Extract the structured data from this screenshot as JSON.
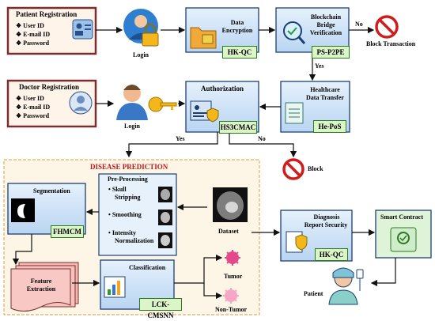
{
  "patient_registration": {
    "title": "Patient Registration",
    "fields": [
      "User ID",
      "E-mail ID",
      "Password"
    ]
  },
  "doctor_registration": {
    "title": "Doctor Registration",
    "fields": [
      "User ID",
      "E-mail ID",
      "Password"
    ]
  },
  "login_labels": {
    "patient": "Login",
    "doctor": "Login"
  },
  "data_encryption": {
    "line1": "Data",
    "line2": "Encryption",
    "tag": "HK-QC"
  },
  "blockchain": {
    "line1": "Blockchain",
    "line2": "Bridge",
    "line3": "Verification",
    "tag": "PS-P2PE"
  },
  "block_transaction": {
    "label": "Block Transaction",
    "no": "No",
    "yes": "Yes"
  },
  "authorization": {
    "title": "Authorization",
    "tag": "HS3CMAC",
    "yes": "Yes",
    "no": "No"
  },
  "healthcare": {
    "line1": "Healthcare",
    "line2": "Data Transfer",
    "tag": "He-PoS"
  },
  "block": {
    "label": "Block"
  },
  "disease_prediction": {
    "title": "DISEASE PREDICTION",
    "preprocessing": {
      "title": "Pre-Processing",
      "steps": [
        {
          "line1": "Skull",
          "line2": "Stripping"
        },
        {
          "line1": "Smoothing",
          "line2": ""
        },
        {
          "line1": "Intensity",
          "line2": "Normalization"
        }
      ]
    },
    "segmentation": {
      "title": "Segmentation",
      "tag": "FHMCM"
    },
    "feature": {
      "line1": "Feature",
      "line2": "Extraction"
    },
    "classification": {
      "title": "Classification",
      "tag": "LCK-CMSNN"
    },
    "dataset": "Dataset",
    "tumor": "Tumor",
    "non_tumor": "Non-Tumor"
  },
  "diagnosis": {
    "line1": "Diagnosis",
    "line2": "Report Security",
    "tag": "HK-QC"
  },
  "smart_contract": "Smart Contract",
  "patient": "Patient",
  "colors": {
    "box_fill": "#cfe3f7",
    "box_border": "#1c3f73",
    "tag_fill": "#dcf5c8",
    "reg_border": "#7b2e2e",
    "reg_fill": "#fff4ea",
    "dp_fill": "#fdf6e6",
    "dp_border": "#e3ae63",
    "feature_fill": "#f8c9c4",
    "title_red": "#c0161b"
  }
}
